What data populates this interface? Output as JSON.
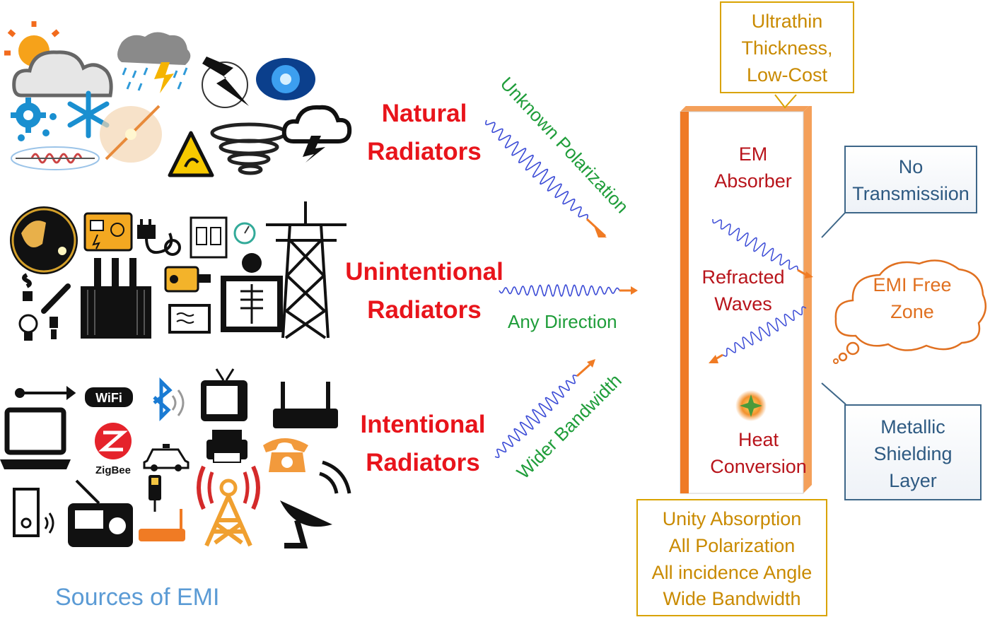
{
  "sources": {
    "caption": "Sources of EMI",
    "natural_label": [
      "Natural",
      "Radiators"
    ],
    "unintentional_label": [
      "Unintentional",
      "Radiators"
    ],
    "intentional_label": [
      "Intentional",
      "Radiators"
    ],
    "icon_texts": {
      "wifi": "WiFi",
      "zigbee": "ZigBee"
    }
  },
  "waves": {
    "unknown_polarization": "Unknown Polarization",
    "any_direction": "Any Direction",
    "wider_bandwidth": "Wider Bandwidth"
  },
  "absorber": {
    "title": [
      "EM",
      "Absorber"
    ],
    "refracted": [
      "Refracted",
      "Waves"
    ],
    "heat": [
      "Heat",
      "Conversion"
    ]
  },
  "callouts": {
    "top": [
      "Ultrathin",
      "Thickness,",
      "Low-Cost"
    ],
    "no_transmission": [
      "No",
      "Transmissiion"
    ],
    "emi_free": [
      "EMI Free",
      "Zone"
    ],
    "metallic": [
      "Metallic",
      "Shielding",
      "Layer"
    ],
    "bottom": [
      "Unity Absorption",
      "All Polarization",
      "All incidence Angle",
      "Wide Bandwidth"
    ]
  },
  "colors": {
    "radiator_label": "#e8141b",
    "wave_label": "#1f9d3a",
    "absorber_face": "#ffffff",
    "absorber_edge": "#f08030",
    "callout_gold": "#d9a300",
    "callout_blue": "#3d6688",
    "emi_free": "#e07020",
    "caption": "#5b9bd5"
  }
}
